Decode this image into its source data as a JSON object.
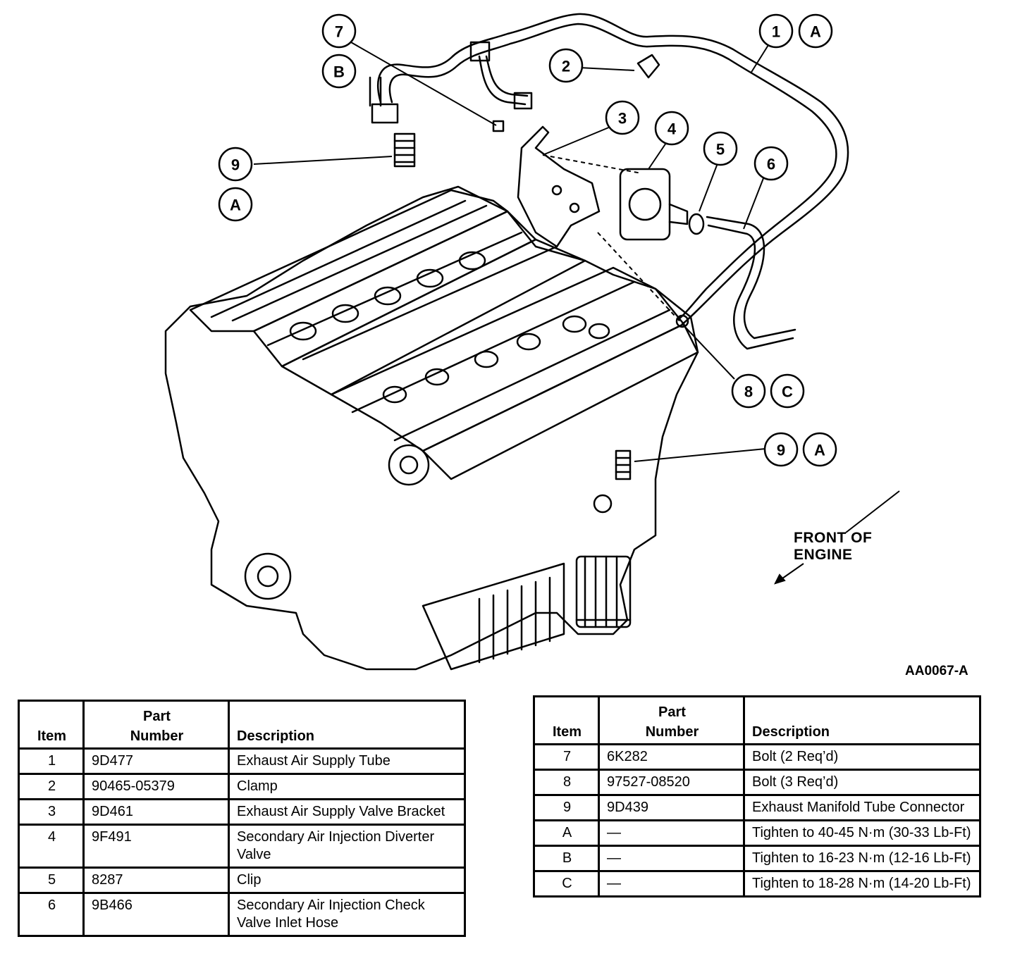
{
  "figure": {
    "front_label_line1": "FRONT OF",
    "front_label_line2": "ENGINE",
    "figure_code": "AA0067-A"
  },
  "callouts": {
    "c1": "1",
    "cA1": "A",
    "c2": "2",
    "c3": "3",
    "c4": "4",
    "c5": "5",
    "c6": "6",
    "c7": "7",
    "cB": "B",
    "c9a": "9",
    "cA2": "A",
    "c8": "8",
    "cC": "C",
    "c9b": "9",
    "cA3": "A"
  },
  "headers": {
    "item": "Item",
    "part_line1": "Part",
    "part_line2": "Number",
    "description": "Description"
  },
  "left_rows": [
    {
      "item": "1",
      "part": "9D477",
      "desc": "Exhaust Air Supply Tube"
    },
    {
      "item": "2",
      "part": "90465-05379",
      "desc": "Clamp"
    },
    {
      "item": "3",
      "part": "9D461",
      "desc": "Exhaust Air Supply Valve Bracket"
    },
    {
      "item": "4",
      "part": "9F491",
      "desc": "Secondary Air Injection Diverter Valve"
    },
    {
      "item": "5",
      "part": "8287",
      "desc": "Clip"
    },
    {
      "item": "6",
      "part": "9B466",
      "desc": "Secondary Air Injection Check Valve Inlet Hose"
    }
  ],
  "right_rows": [
    {
      "item": "7",
      "part": "6K282",
      "desc": "Bolt (2 Req’d)"
    },
    {
      "item": "8",
      "part": "97527-08520",
      "desc": "Bolt (3 Req’d)"
    },
    {
      "item": "9",
      "part": "9D439",
      "desc": "Exhaust Manifold Tube Connector"
    },
    {
      "item": "A",
      "part": "—",
      "desc": "Tighten to 40-45 N·m (30-33 Lb-Ft)"
    },
    {
      "item": "B",
      "part": "—",
      "desc": "Tighten to 16-23 N·m (12-16 Lb-Ft)"
    },
    {
      "item": "C",
      "part": "—",
      "desc": "Tighten to 18-28 N·m (14-20 Lb-Ft)"
    }
  ]
}
